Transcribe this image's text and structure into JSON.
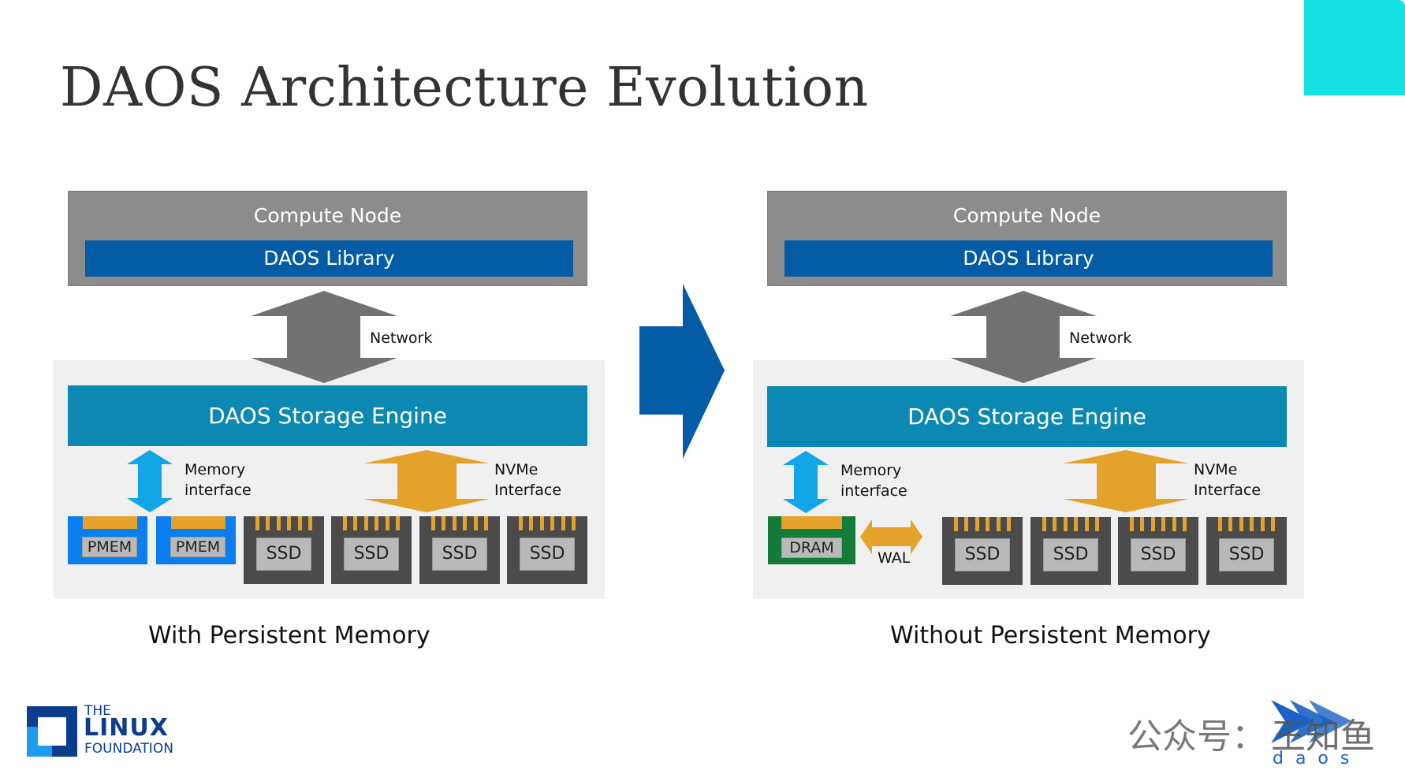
{
  "slide": {
    "title": "DAOS Architecture Evolution",
    "accent_color": "#14e1e3"
  },
  "left_diagram": {
    "compute_node_label": "Compute Node",
    "library_label": "DAOS Library",
    "network_label": "Network",
    "engine_label": "DAOS Storage Engine",
    "memory_interface_label": [
      "Memory",
      "interface"
    ],
    "nvme_interface_label": [
      "NVMe",
      "Interface"
    ],
    "memory_devices": [
      {
        "type": "PMEM",
        "label": "PMEM"
      },
      {
        "type": "PMEM",
        "label": "PMEM"
      }
    ],
    "ssd_devices": [
      {
        "label": "SSD"
      },
      {
        "label": "SSD"
      },
      {
        "label": "SSD"
      },
      {
        "label": "SSD"
      }
    ],
    "caption": "With Persistent Memory"
  },
  "right_diagram": {
    "compute_node_label": "Compute Node",
    "library_label": "DAOS Library",
    "network_label": "Network",
    "engine_label": "DAOS Storage Engine",
    "memory_interface_label": [
      "Memory",
      "interface"
    ],
    "nvme_interface_label": [
      "NVMe",
      "Interface"
    ],
    "memory_devices": [
      {
        "type": "DRAM",
        "label": "DRAM"
      }
    ],
    "wal_label": "WAL",
    "ssd_devices": [
      {
        "label": "SSD"
      },
      {
        "label": "SSD"
      },
      {
        "label": "SSD"
      },
      {
        "label": "SSD"
      }
    ],
    "caption": "Without Persistent Memory"
  },
  "transition_arrow": {
    "icon": "right-chevron-arrow-icon",
    "color": "#045ba6"
  },
  "footer": {
    "linux_foundation_logo": {
      "line1": "THE",
      "line2": "LINUX",
      "line3": "FOUNDATION"
    },
    "watermark": {
      "prefix": "公众号：",
      "name": "王知鱼",
      "subtext": "d a o s"
    }
  },
  "colors": {
    "compute_node": "#8c8c8c",
    "library": "#045ba6",
    "engine": "#0c89b3",
    "network_arrow": "#727272",
    "memory_arrow": "#12a5e8",
    "nvme_arrow": "#e4a22b",
    "pmem": "#0a7df0",
    "dram": "#137c3a",
    "ssd": "#4b4b4b"
  }
}
